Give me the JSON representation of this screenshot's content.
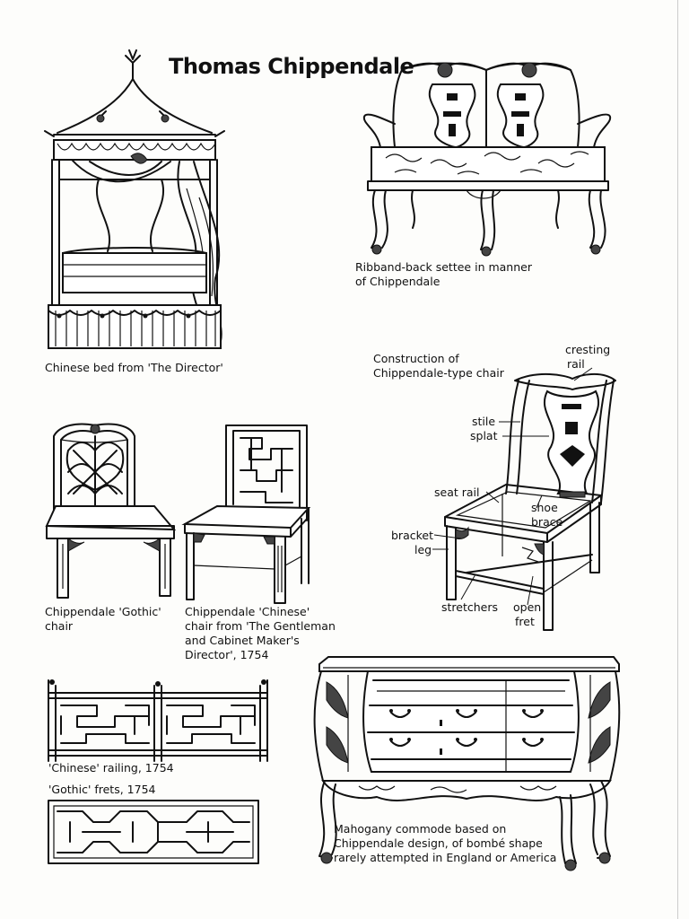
{
  "title": "Thomas Chippendale",
  "captions": {
    "bed": "Chinese bed from 'The Director'",
    "settee_line1": "Ribband-back settee in manner",
    "settee_line2": "of Chippendale",
    "construction_line1": "Construction of",
    "construction_line2": "Chippendale-type chair",
    "gothic_chair_line1": "Chippendale 'Gothic'",
    "gothic_chair_line2": "chair",
    "chinese_chair_line1": "Chippendale 'Chinese'",
    "chinese_chair_line2": "chair from 'The Gentleman",
    "chinese_chair_line3": "and Cabinet Maker's",
    "chinese_chair_line4": "Director', 1754",
    "railing": "'Chinese' railing, 1754",
    "frets": "'Gothic' frets, 1754",
    "commode_line1": "Mahogany commode based on",
    "commode_line2": "Chippendale design, of bombé shape",
    "commode_line3": "rarely attempted in England or America"
  },
  "chair_parts": {
    "cresting_line1": "cresting",
    "cresting_line2": "rail",
    "stile": "stile",
    "splat": "splat",
    "seat_rail": "seat rail",
    "shoe_line1": "shoe",
    "shoe_line2": "brace",
    "bracket": "bracket",
    "leg": "leg",
    "stretchers": "stretchers",
    "open_line1": "open",
    "open_line2": "fret"
  },
  "icons": [
    "chinese-bed-illustration",
    "ribband-back-settee-illustration",
    "construction-chair-illustration",
    "gothic-chair-illustration",
    "chinese-chair-illustration",
    "chinese-railing-illustration",
    "gothic-frets-illustration",
    "commode-illustration"
  ]
}
